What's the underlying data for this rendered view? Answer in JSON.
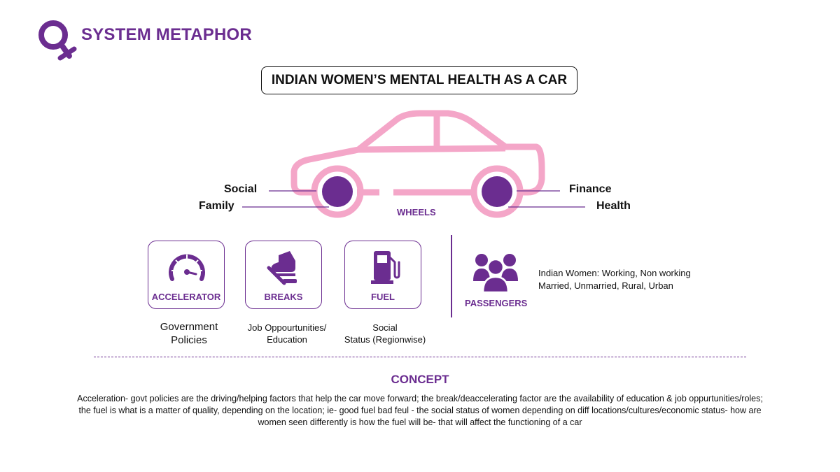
{
  "header": {
    "title": "SYSTEM METAPHOR",
    "logo_icon": "female-symbol-icon"
  },
  "subtitle": "INDIAN WOMEN’S MENTAL HEALTH AS A CAR",
  "wheels": {
    "label": "WHEELS",
    "left": [
      "Social",
      "Family"
    ],
    "right": [
      "Finance",
      "Health"
    ]
  },
  "cards": [
    {
      "label": "ACCELERATOR",
      "icon": "speedometer-icon",
      "caption": [
        "Government",
        "Policies"
      ]
    },
    {
      "label": "BREAKS",
      "icon": "foot-on-pedal-icon",
      "caption": [
        "Job Oppourtunities/",
        "Education"
      ]
    },
    {
      "label": "FUEL",
      "icon": "fuel-pump-icon",
      "caption": [
        "Social",
        "Status (Regionwise)"
      ]
    }
  ],
  "passengers": {
    "label": "PASSENGERS",
    "icon": "group-of-people-icon",
    "desc": [
      "Indian Women: Working, Non working",
      "Married, Unmarried, Rural, Urban"
    ]
  },
  "concept": {
    "title": "CONCEPT",
    "body": "Acceleration- govt policies are the driving/helping factors that help the car move forward; the break/deaccelerating factor are the availability of education & job oppurtunities/roles; the fuel is what is a matter of quality, depending on the location; ie- good fuel bad feul - the social status of women depending on diff locations/cultures/economic status- how are women seen differently is how the fuel will be- that will affect the functioning of a car"
  },
  "colors": {
    "purple": "#6b2d90",
    "pink": "#f4a6c8",
    "dark": "#111111"
  }
}
